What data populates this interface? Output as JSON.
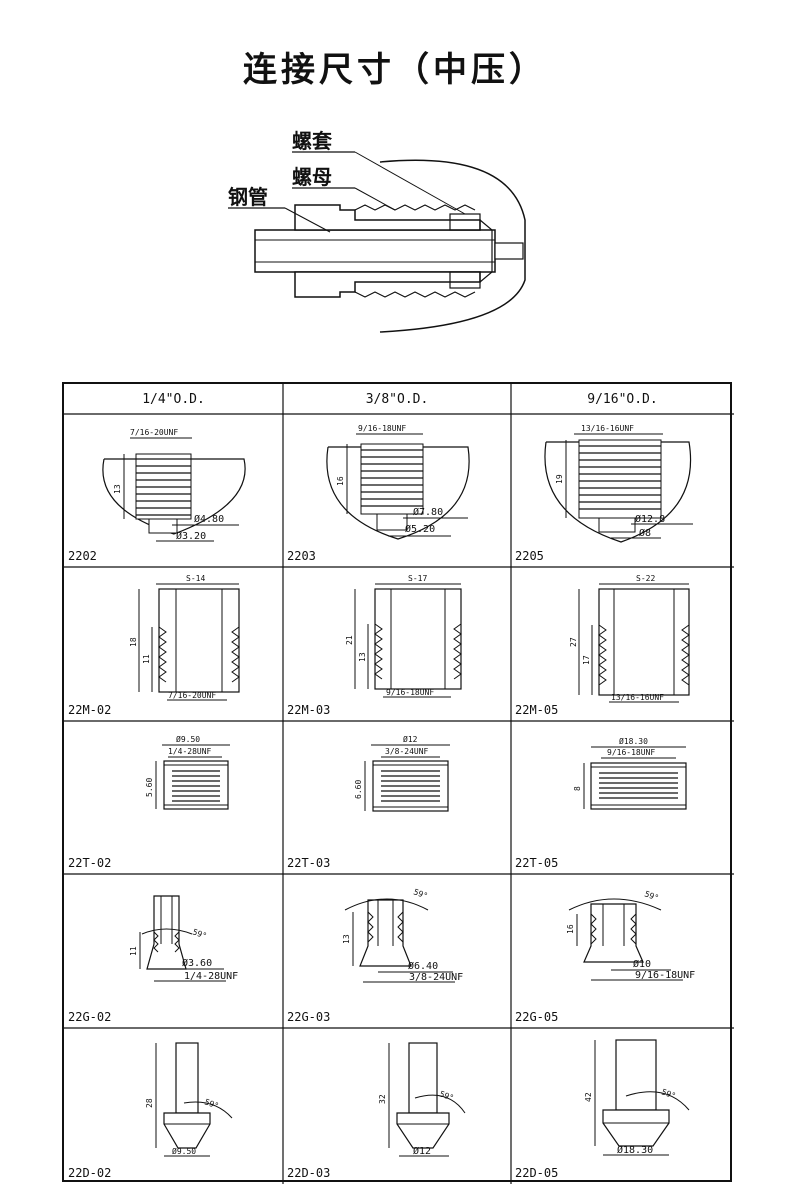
{
  "title": "连接尺寸（中压）",
  "diagram_labels": {
    "gland": "螺套",
    "collar": "螺母",
    "tube": "钢管"
  },
  "columns": [
    "1/4\"O.D.",
    "3/8\"O.D.",
    "9/16\"O.D."
  ],
  "rows": [
    {
      "cells": [
        {
          "code": "2202",
          "thread": "7/16-20UNF",
          "height": "13",
          "d1": "Ø4.80",
          "d2": "Ø3.20"
        },
        {
          "code": "2203",
          "thread": "9/16-18UNF",
          "height": "16",
          "d1": "Ø7.80",
          "d2": "Ø5.20"
        },
        {
          "code": "2205",
          "thread": "13/16-16UNF",
          "height": "19",
          "d1": "Ø12.8",
          "d2": "Ø8"
        }
      ]
    },
    {
      "cells": [
        {
          "code": "22M-02",
          "hex": "S-14",
          "h1": "18",
          "h2": "11",
          "thread": "7/16-20UNF"
        },
        {
          "code": "22M-03",
          "hex": "S-17",
          "h1": "21",
          "h2": "13",
          "thread": "9/16-18UNF"
        },
        {
          "code": "22M-05",
          "hex": "S-22",
          "h1": "27",
          "h2": "17",
          "thread": "13/16-16UNF"
        }
      ]
    },
    {
      "cells": [
        {
          "code": "22T-02",
          "dia": "Ø9.50",
          "thread": "1/4-28UNF",
          "height": "5.60"
        },
        {
          "code": "22T-03",
          "dia": "Ø12",
          "thread": "3/8-24UNF",
          "height": "6.60"
        },
        {
          "code": "22T-05",
          "dia": "Ø18.30",
          "thread": "9/16-18UNF",
          "height": "8"
        }
      ]
    },
    {
      "cells": [
        {
          "code": "22G-02",
          "height": "11",
          "angle": "59°",
          "dia": "Ø3.60",
          "thread": "1/4-28UNF"
        },
        {
          "code": "22G-03",
          "height": "13",
          "angle": "59°",
          "dia": "Ø6.40",
          "thread": "3/8-24UNF"
        },
        {
          "code": "22G-05",
          "height": "16",
          "angle": "59°",
          "dia": "Ø10",
          "thread": "9/16-18UNF"
        }
      ]
    },
    {
      "cells": [
        {
          "code": "22D-02",
          "height": "28",
          "angle": "59°",
          "dia": "Ø9.50"
        },
        {
          "code": "22D-03",
          "height": "32",
          "angle": "59°",
          "dia": "Ø12"
        },
        {
          "code": "22D-05",
          "height": "42",
          "angle": "59°",
          "dia": "Ø18.30"
        }
      ]
    }
  ]
}
